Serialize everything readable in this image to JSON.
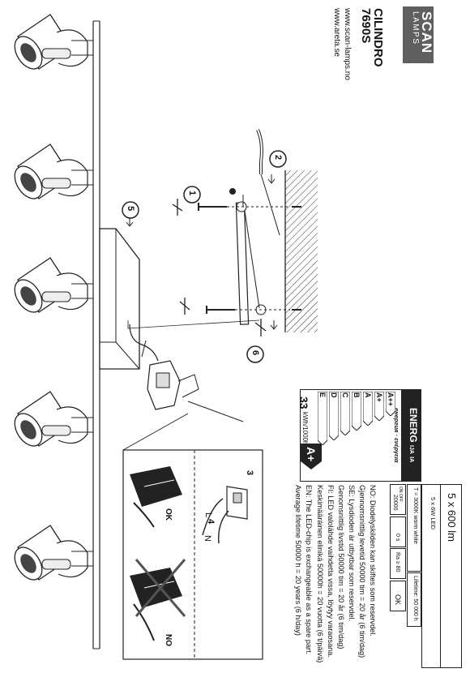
{
  "brand": {
    "line1": "SCAN",
    "line2": "LAMPS"
  },
  "product": {
    "name": "CILINDRO",
    "code": "7690S"
  },
  "websites": [
    "www.scan-lamps.no",
    "www.areta.se"
  ],
  "energy_label": {
    "header_energ": "ENERG",
    "header_ija": "IJA",
    "header_ia": "IA",
    "header_sub": "енергия · ενέργεια",
    "classes": [
      "A++",
      "A+",
      "A",
      "B",
      "C",
      "D",
      "E"
    ],
    "arrow_colors": [
      "#ffffff",
      "#ffffff",
      "#ffffff",
      "#ffffff",
      "#ffffff",
      "#ffffff",
      "#ffffff"
    ],
    "rating": "A+",
    "consumption_value": "33",
    "consumption_unit": "kWh/1000h"
  },
  "specs": {
    "lumen": "5 x 600 lm",
    "led": "5 x 6W LED",
    "color_temp": "T = 3000K warm white",
    "lifetime": "Lifetime: 50 000 h",
    "cycles_label": "ON OFF",
    "cycles": "20000",
    "warmup": "0 s",
    "cri": "Ra ≥ 80",
    "dimmable_label": "OK"
  },
  "notes": [
    "NO: Diodelyskilden kan skiftes som reservdel.",
    "Gjennomsnittlig levetid 50000 tim = 20 år (6 tim/dag)",
    "SE: Lysdioden är utbytbar som reservdel.",
    "Genomsnittlig livstid 50000 tim = 20 år (6 tim/dag)",
    "FI: LED valolähde vaihdetta vissa, löytyy varaosana.",
    "Keskimääräinen elinikä 50000h = 20 vuotta (6 t/päivä)",
    "EN: The LED-chip is exchangeable as a spare part.",
    "Average lifetime 50000 h = 20 years (6 h/day)"
  ],
  "steps": [
    "1",
    "2",
    "3",
    "4",
    "5",
    "6"
  ],
  "wire_labels": {
    "live": "L",
    "neutral": "N"
  },
  "connector_ok": "OK",
  "connector_no": "NO"
}
